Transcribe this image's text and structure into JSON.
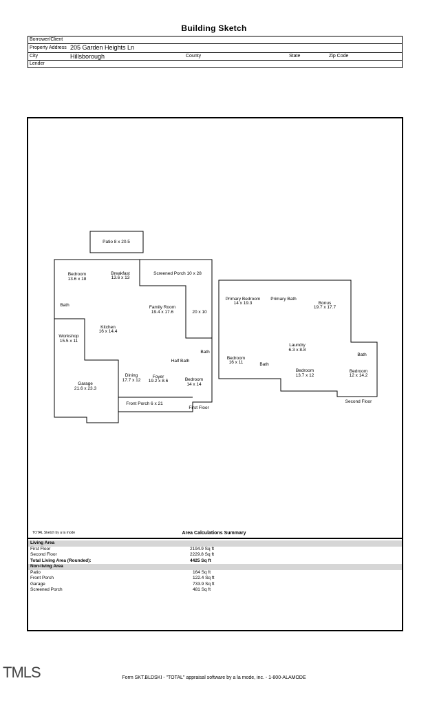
{
  "title": "Building Sketch",
  "header": {
    "borrower_label": "Borrower/Client",
    "address_label": "Property Address",
    "address_value": "205 Garden Heights Ln",
    "city_label": "City",
    "city_value": "Hillsborough",
    "county_label": "County",
    "state_label": "State",
    "zip_label": "Zip Code",
    "lender_label": "Lender"
  },
  "sketch": {
    "rooms": {
      "patio": "Patio 8 x 20.5",
      "bedroom1_name": "Bedroom",
      "bedroom1_dim": "13.6 x 18",
      "breakfast_name": "Breakfast",
      "breakfast_dim": "13.6 x 13",
      "screened_porch": "Screened Porch 10 x 28",
      "bath_a": "Bath",
      "family_name": "Family Room",
      "family_dim": "19.4 x 17.6",
      "porch_dim": "20 x 10",
      "kitchen_name": "Kitchen",
      "kitchen_dim": "16 x 14.4",
      "workshop_name": "Workshop",
      "workshop_dim": "15.5 x 11",
      "bath_b": "Bath",
      "half_bath": "Half Bath",
      "garage_name": "Garage",
      "garage_dim": "21.6 x 23.3",
      "dining_name": "Dining",
      "dining_dim": "17.7 x 12",
      "foyer_name": "Foyer",
      "foyer_dim": "19.2 x 8.6",
      "bedroom2_name": "Bedroom",
      "bedroom2_dim": "14 x 14",
      "front_porch": "Front Porch 6 x 21",
      "first_floor": "First Floor",
      "primary_bed_name": "Primary Bedroom",
      "primary_bed_dim": "14 x 19.3",
      "primary_bath": "Primary Bath",
      "bonus_name": "Bonus",
      "bonus_dim": "19.7 x 17.7",
      "laundry_name": "Laundry",
      "laundry_dim": "6.3 x 8.8",
      "bath_c": "Bath",
      "bedroom3_name": "Bedroom",
      "bedroom3_dim": "16 x 11",
      "bath_d": "Bath",
      "bedroom4_name": "Bedroom",
      "bedroom4_dim": "13.7 x 12",
      "bedroom5_name": "Bedroom",
      "bedroom5_dim": "12 x 14.2",
      "second_floor": "Second Floor"
    },
    "credit": "TOTAL Sketch by a la mode"
  },
  "area_summary": {
    "title": "Area Calculations Summary",
    "living_header": "Living Area",
    "first_floor_label": "First Floor",
    "first_floor_value": "2194.9 Sq ft",
    "second_floor_label": "Second Floor",
    "second_floor_value": "2229.8 Sq ft",
    "total_label": "Total Living Area (Rounded):",
    "total_value": "4425 Sq ft",
    "nonliving_header": "Non-living Area",
    "patio_label": "Patio",
    "patio_value": "164 Sq ft",
    "front_porch_label": "Front Porch",
    "front_porch_value": "122.4 Sq ft",
    "garage_label": "Garage",
    "garage_value": "733.9 Sq ft",
    "screened_porch_label": "Screened Porch",
    "screened_porch_value": "481 Sq ft"
  },
  "logo": "TMLS",
  "footer": "Form SKT.BLDSKI - \"TOTAL\" appraisal software by a la mode, inc. - 1-800-ALAMODE"
}
